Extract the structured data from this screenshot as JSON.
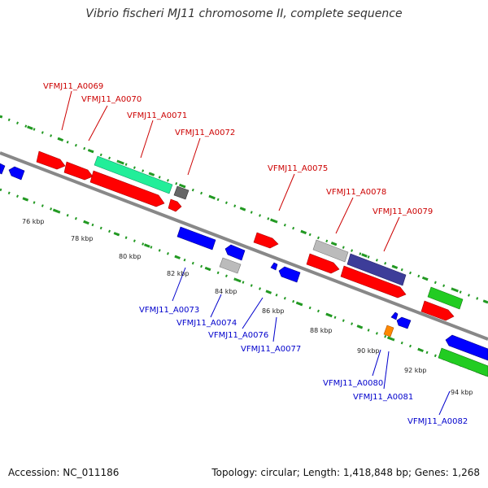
{
  "title": "Vibrio fischeri MJ11 chromosome II, complete sequence",
  "footer": {
    "accession": "Accession: NC_011186",
    "info": "Topology: circular; Length: 1,418,848 bp; Genes: 1,268"
  },
  "colors": {
    "top_strand_gene": "#ff0000",
    "bottom_strand_gene": "#0000ff",
    "rrna_like": "#22ee99",
    "purple_gene": "#3d3d99",
    "grey_gene": "#bbbbbb",
    "dark_grey_gene": "#666666",
    "orange_gene": "#ff8800",
    "green_gene": "#22cc22",
    "tick_color": "#229922",
    "backbone": "#888888",
    "top_label_color": "#cc0000",
    "bottom_label_color": "#0000cc"
  },
  "scale_labels": [
    "76 kbp",
    "78 kbp",
    "80 kbp",
    "82 kbp",
    "84 kbp",
    "86 kbp",
    "88 kbp",
    "90 kbp",
    "92 kbp",
    "94 kbp"
  ],
  "top_gene_labels": [
    "VFMJ11_A0069",
    "VFMJ11_A0070",
    "VFMJ11_A0071",
    "VFMJ11_A0072",
    "VFMJ11_A0075",
    "VFMJ11_A0078",
    "VFMJ11_A0079"
  ],
  "bottom_gene_labels": [
    "VFMJ11_A0073",
    "VFMJ11_A0074",
    "VFMJ11_A0076",
    "VFMJ11_A0077",
    "VFMJ11_A0080",
    "VFMJ11_A0081",
    "VFMJ11_A0082"
  ]
}
